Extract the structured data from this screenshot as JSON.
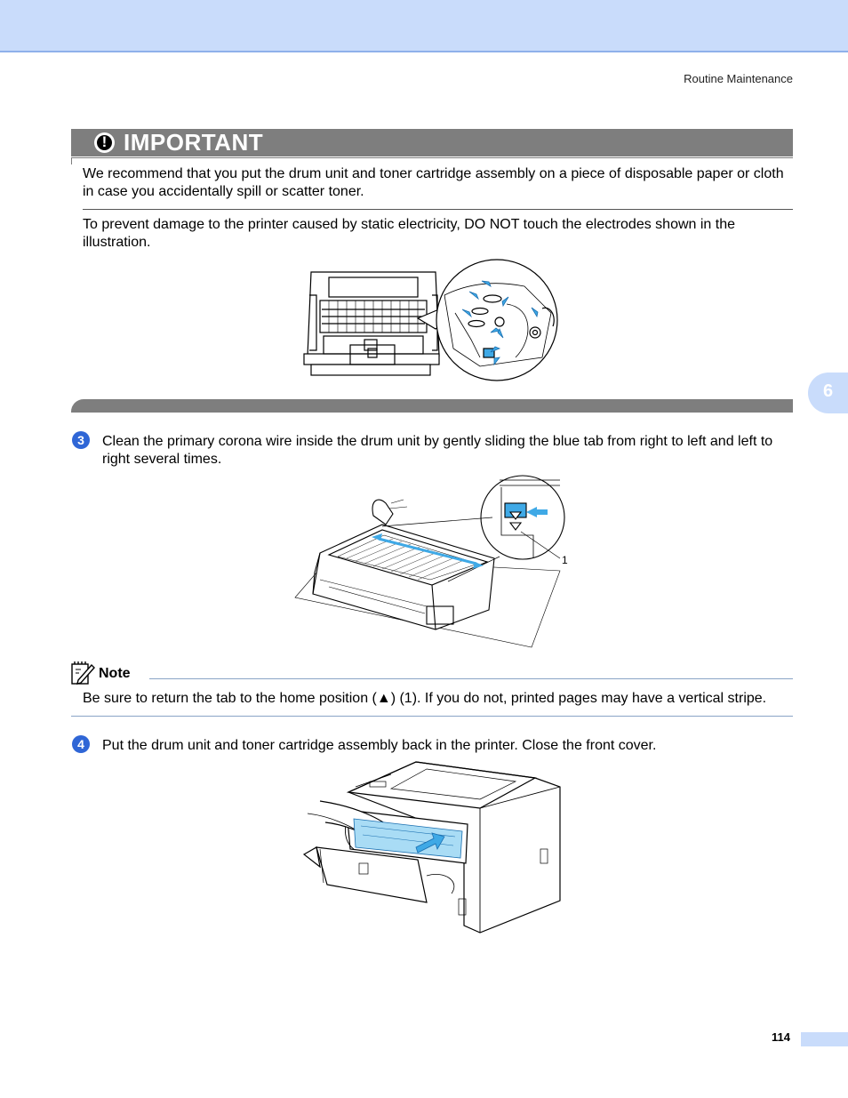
{
  "header": {
    "section": "Routine Maintenance"
  },
  "chapter_tab": {
    "number": "6"
  },
  "important": {
    "icon_glyph": "!",
    "title": "IMPORTANT",
    "paragraphs": [
      "We recommend that you put the drum unit and toner cartridge assembly on a piece of disposable paper or cloth in case you accidentally spill or scatter toner.",
      "To prevent damage to the printer caused by static electricity, DO NOT touch the electrodes shown in the illustration."
    ]
  },
  "steps": [
    {
      "number": "3",
      "text": "Clean the primary corona wire inside the drum unit by gently sliding the blue tab from right to left and left to right several times."
    },
    {
      "number": "4",
      "text": "Put the drum unit and toner cartridge assembly back in the printer. Close the front cover."
    }
  ],
  "callout_label": "1",
  "note": {
    "label": "Note",
    "text": "Be sure to return the tab to the home position (▲) (1). If you do not, printed pages may have a vertical stripe."
  },
  "footer": {
    "page_number": "114"
  },
  "colors": {
    "accent_blue": "#2f66d6",
    "band_blue": "#c9dcfb",
    "bar_gray": "#7e7e7e",
    "illustration_blue": "#3fa9e6"
  }
}
